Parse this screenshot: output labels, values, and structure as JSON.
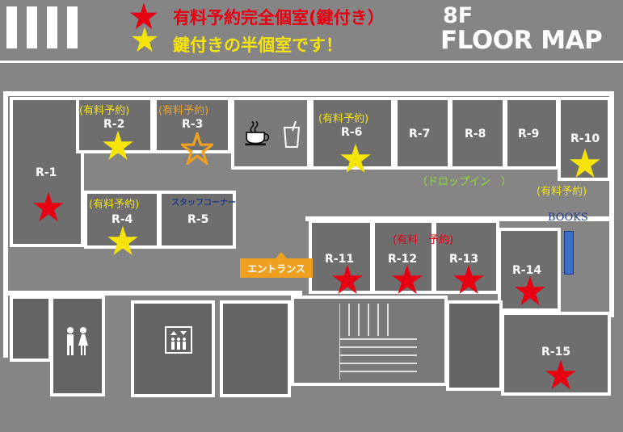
{
  "header": {
    "legend_red": "有料予約完全個室(鍵付き）",
    "legend_yellow": "鍵付きの半個室です！",
    "floor": "8F",
    "title": "FLOOR MAP"
  },
  "rooms": {
    "r1": "R-1",
    "r2": "R-2",
    "r3": "R-3",
    "r4": "R-4",
    "r5": "R-5",
    "r6": "R-6",
    "r7": "R-7",
    "r8": "R-8",
    "r9": "R-9",
    "r10": "R-10",
    "r11": "R-11",
    "r12": "R-12",
    "r13": "R-13",
    "r14": "R-14",
    "r15": "R-15"
  },
  "notes": {
    "paid": "(有料予約)",
    "paid_split": "(有料　予約)",
    "staff_corner": "スタッフコーナー",
    "drop_in": "（ドロップイン　）",
    "books": "BOOKS",
    "entrance": "エントランス"
  },
  "colors": {
    "red_star": "#e60012",
    "yellow_star": "#f5e30a",
    "orange_star": "#f0a020",
    "entrance": "#f0a020",
    "books_shelf": "#3a6cc6",
    "drop_in_text": "#8bc34a",
    "staff_text": "#1f3a8a"
  },
  "icons": {
    "coffee": "coffee-cup-icon",
    "drink": "drink-glass-icon",
    "restroom": "restroom-icon",
    "elevator": "elevator-icon"
  }
}
